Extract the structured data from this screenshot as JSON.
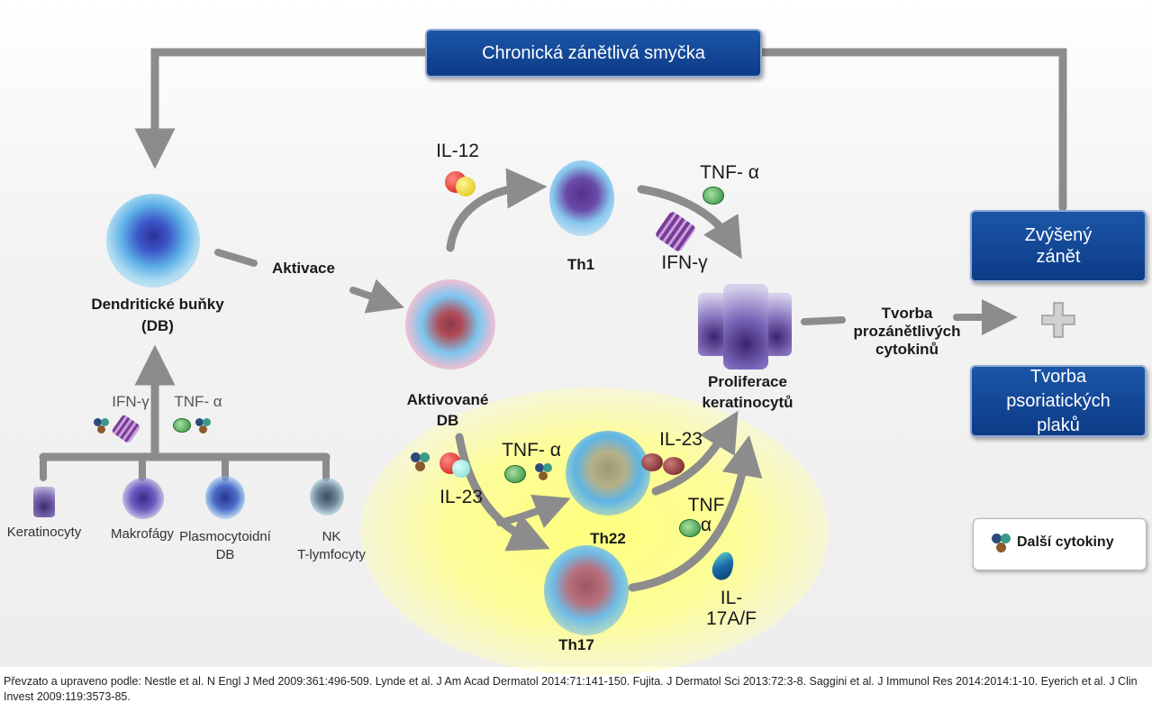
{
  "boxes": {
    "loop": "Chronická zánětlivá smyčka",
    "inflammation": "Zvýšený\nzánět",
    "plaques": "Tvorba\npsoriatických\nplaků"
  },
  "labels": {
    "dendritic": "Dendritické buňky\n(DB)",
    "activation": "Aktivace",
    "activated_db": "Aktivované\nDB",
    "il12": "IL-12",
    "th1": "Th1",
    "tnf_top": "TNF- α",
    "ifn_top": "IFN-γ",
    "proliferation": "Proliferace\nkeratinocytů",
    "production": "Tvorba\nprozánětlivých\ncytokinů",
    "ifn_left": "IFN-γ",
    "tnf_left": "TNF- α",
    "il23_left": "IL-23",
    "tnf_mid": "TNF- α",
    "th22": "Th22",
    "il23_right": "IL-23",
    "tnf_right": "TNF\nα",
    "il17": "IL-\n17A/F",
    "th17": "Th17",
    "plus": "+",
    "legend": "Další cytokiny"
  },
  "sources": [
    {
      "label": "Keratinocyty"
    },
    {
      "label": "Makrofágy"
    },
    {
      "label": "Plasmocytoidní\nDB"
    },
    {
      "label": "NK\nT-lymfocyty"
    }
  ],
  "footnote": "Převzato a upraveno podle: Nestle et al. N Engl J Med 2009:361:496-509. Lynde et al. J Am Acad Dermatol 2014:71:141-150. Fujita. J Dermatol Sci 2013:72:3-8. Saggini et al. J Immunol Res 2014:2014:1-10. Eyerich et al. J Clin Invest 2009:119:3573-85.",
  "colors": {
    "box_blue": "#0d3b86",
    "arrow_gray": "#8c8c8c",
    "highlight_yellow": "#ffff80"
  }
}
